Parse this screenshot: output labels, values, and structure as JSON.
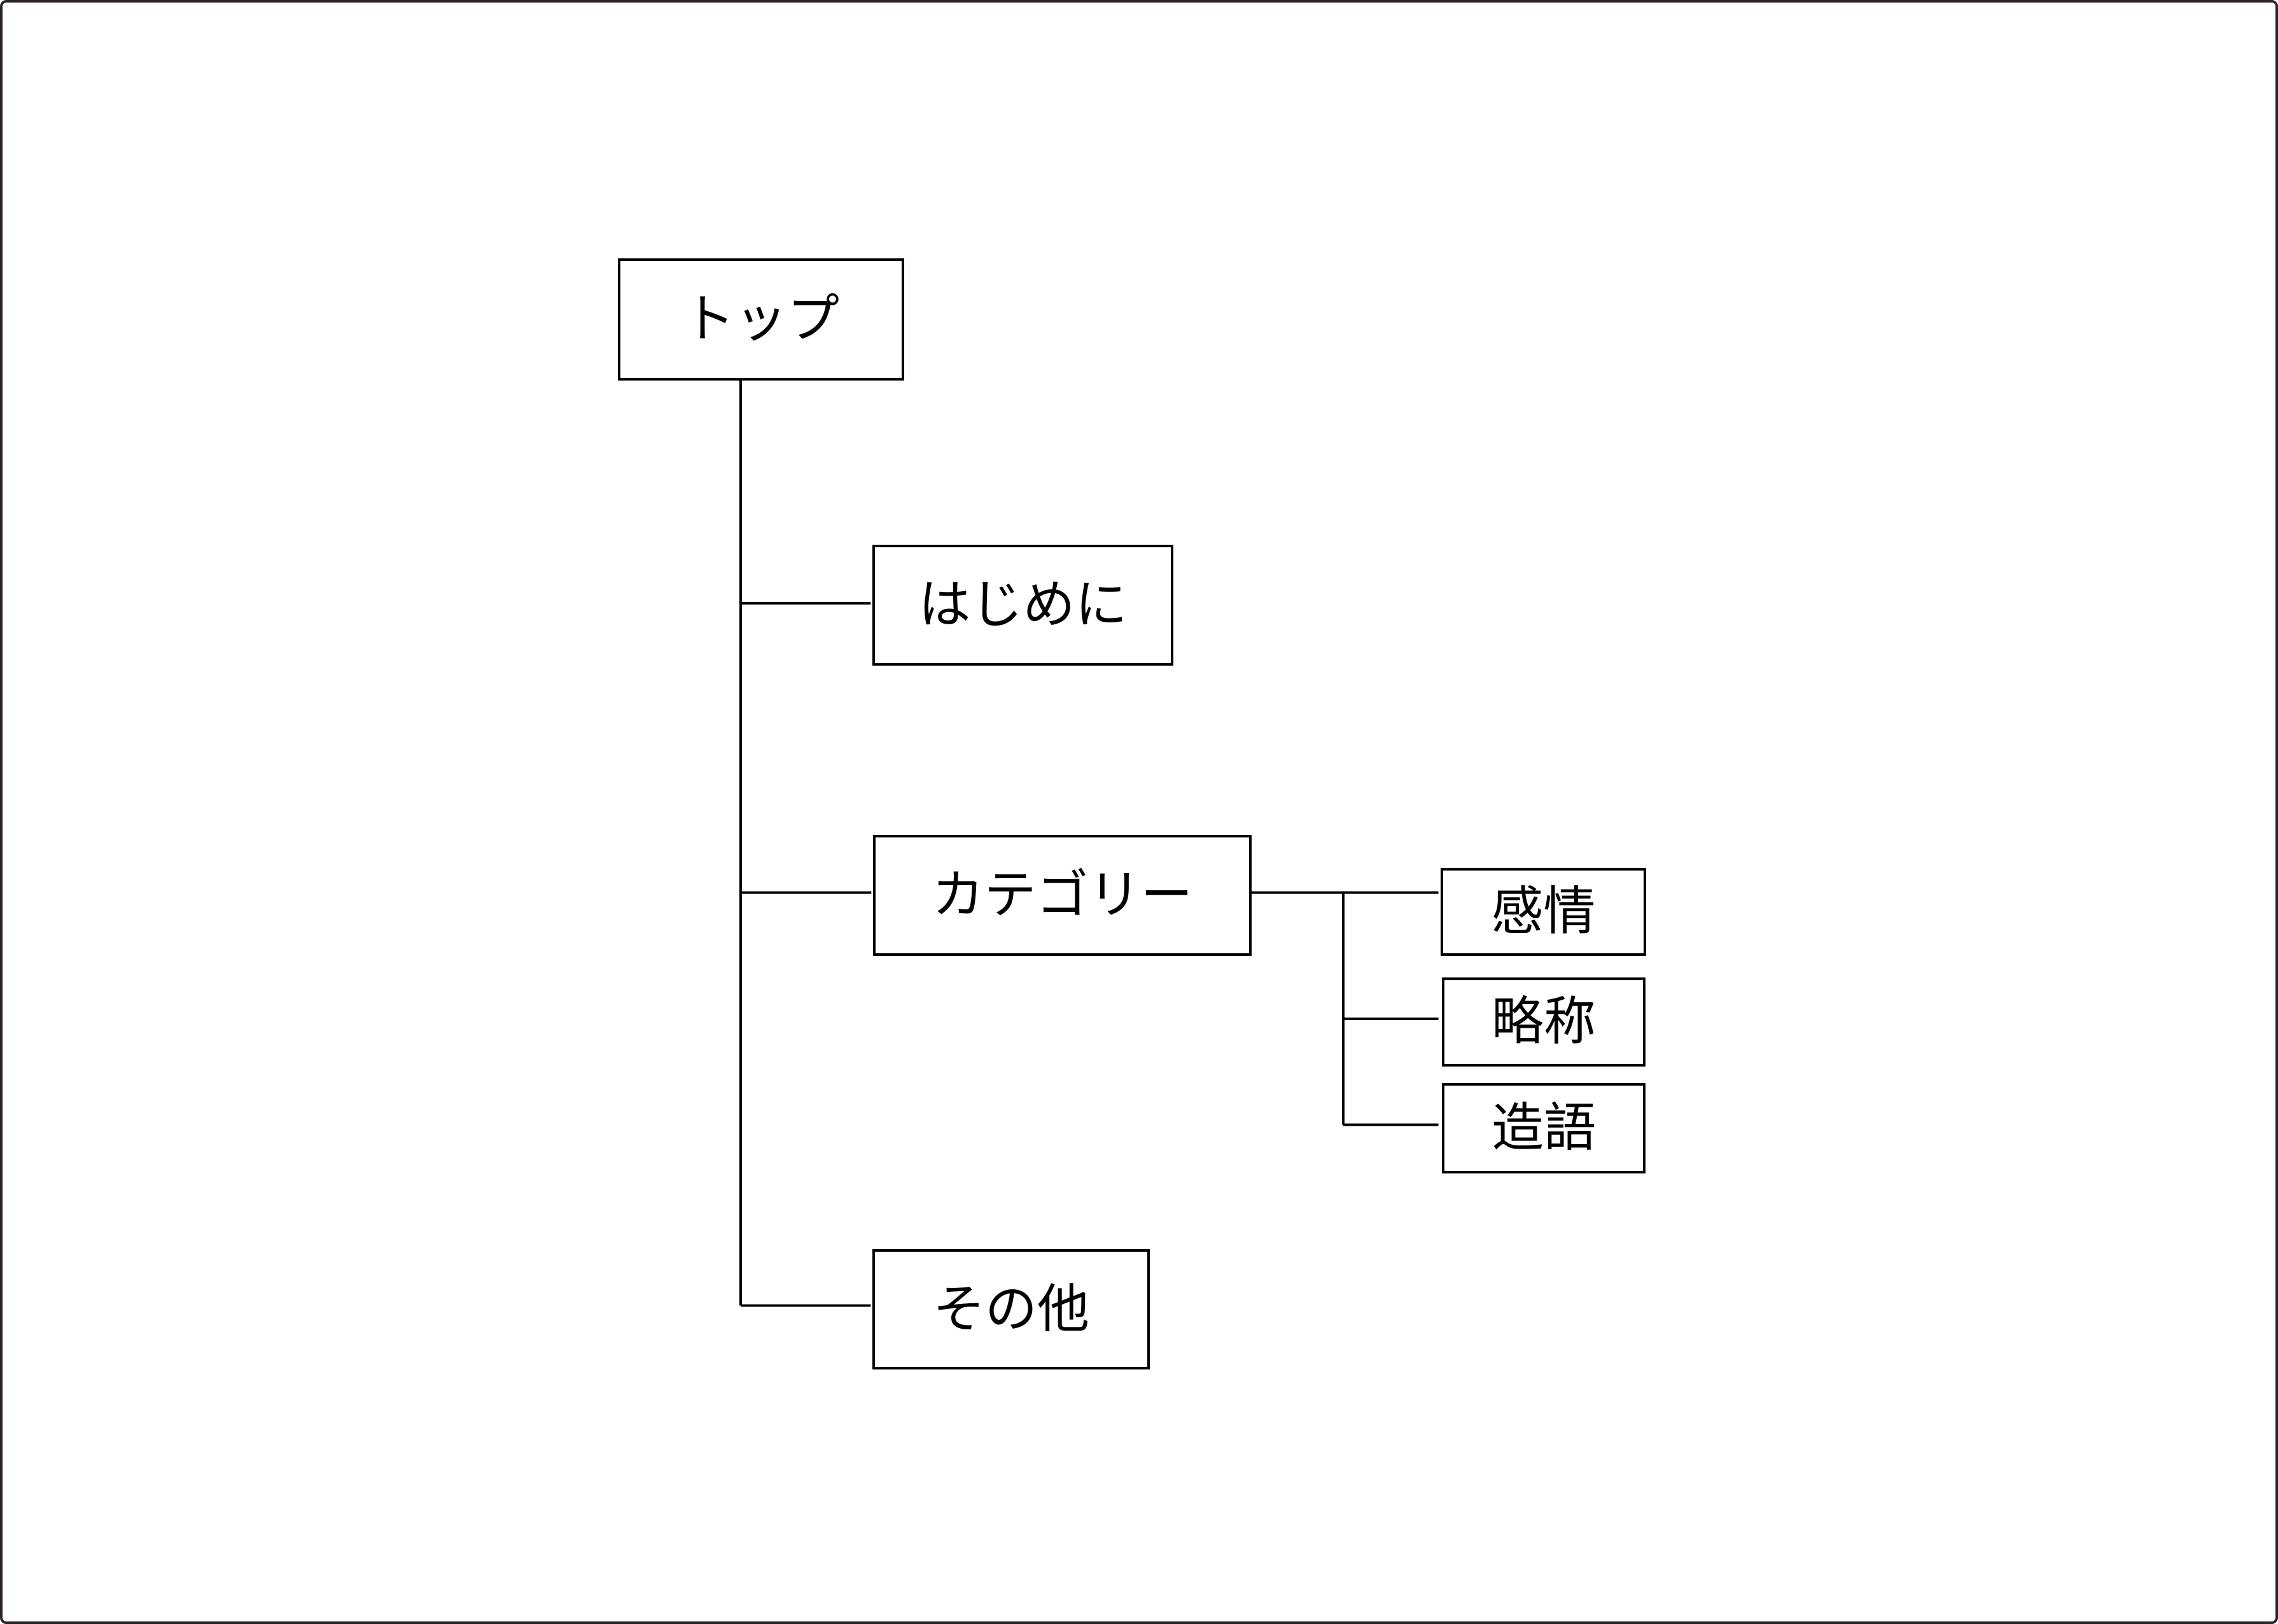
{
  "diagram": {
    "type": "tree",
    "orientation": "left-to-right",
    "colors": {
      "background": "#ffffff",
      "node_fill": "#ffffff",
      "node_border": "#000000",
      "connector": "#000000",
      "page_border": "#2b2325"
    }
  },
  "tree": {
    "root": {
      "label": "トップ",
      "children": [
        {
          "label": "はじめに",
          "children": []
        },
        {
          "label": "カテゴリー",
          "children": [
            {
              "label": "感情",
              "children": []
            },
            {
              "label": "略称",
              "children": []
            },
            {
              "label": "造語",
              "children": []
            }
          ]
        },
        {
          "label": "その他",
          "children": []
        }
      ]
    }
  }
}
